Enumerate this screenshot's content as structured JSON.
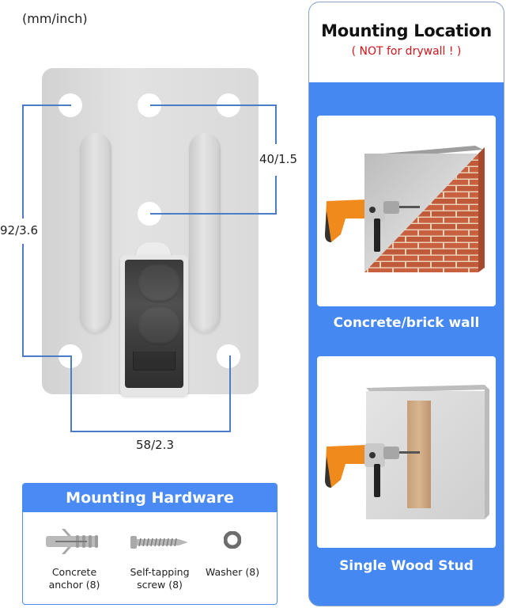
{
  "diagram": {
    "unit_label": "(mm/inch)",
    "dimensions": {
      "hole_vertical_small": "40/1.5",
      "hole_vertical_total": "92/3.6",
      "hole_horizontal": "58/2.3"
    },
    "colors": {
      "dimension_line": "#4a7cc7",
      "plate": "#dadada"
    }
  },
  "hardware": {
    "title": "Mounting Hardware",
    "items": [
      {
        "icon": "concrete-anchor-icon",
        "line1": "Concrete",
        "line2": "anchor (8)"
      },
      {
        "icon": "self-tapping-screw-icon",
        "line1": "Self-tapping",
        "line2": "screw (8)"
      },
      {
        "icon": "washer-icon",
        "line1": "Washer (8)",
        "line2": ""
      }
    ],
    "accent_color": "#4a8af4"
  },
  "location": {
    "title": "Mounting Location",
    "warning": "( NOT for drywall ! )",
    "warning_color": "#d0161a",
    "panel_color": "#4688f2",
    "cards": [
      {
        "label": "Concrete/brick wall",
        "illustration": "drill-into-concrete-brick-wall"
      },
      {
        "label": "Single Wood Stud",
        "illustration": "drill-into-wood-stud"
      }
    ]
  }
}
